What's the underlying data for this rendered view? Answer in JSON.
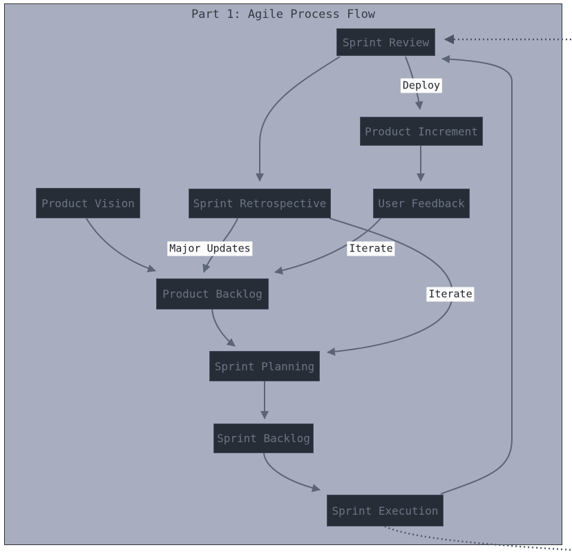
{
  "title": "Part 1: Agile Process Flow",
  "nodes": {
    "sprint_review": "Sprint Review",
    "product_increment": "Product Increment",
    "product_vision": "Product Vision",
    "sprint_retrospective": "Sprint Retrospective",
    "user_feedback": "User Feedback",
    "product_backlog": "Product Backlog",
    "sprint_planning": "Sprint Planning",
    "sprint_backlog": "Sprint Backlog",
    "sprint_execution": "Sprint Execution"
  },
  "edge_labels": {
    "deploy": "Deploy",
    "major_updates": "Major Updates",
    "iterate_feedback": "Iterate",
    "iterate_retro": "Iterate"
  },
  "edges": [
    {
      "from": "Sprint Review",
      "to": "Sprint Retrospective",
      "label": "",
      "style": "solid"
    },
    {
      "from": "Sprint Review",
      "to": "Product Increment",
      "label": "Deploy",
      "style": "solid"
    },
    {
      "from": "Product Increment",
      "to": "User Feedback",
      "label": "",
      "style": "solid"
    },
    {
      "from": "Product Vision",
      "to": "Product Backlog",
      "label": "",
      "style": "solid"
    },
    {
      "from": "Sprint Retrospective",
      "to": "Product Backlog",
      "label": "Major Updates",
      "style": "solid"
    },
    {
      "from": "User Feedback",
      "to": "Product Backlog",
      "label": "Iterate",
      "style": "solid"
    },
    {
      "from": "Sprint Retrospective",
      "to": "Sprint Planning",
      "label": "Iterate",
      "style": "solid"
    },
    {
      "from": "Product Backlog",
      "to": "Sprint Planning",
      "label": "",
      "style": "solid"
    },
    {
      "from": "Sprint Planning",
      "to": "Sprint Backlog",
      "label": "",
      "style": "solid"
    },
    {
      "from": "Sprint Backlog",
      "to": "Sprint Execution",
      "label": "",
      "style": "solid"
    },
    {
      "from": "Sprint Execution",
      "to": "Sprint Review",
      "label": "",
      "style": "solid"
    },
    {
      "from": "offscreen-right",
      "to": "Sprint Review",
      "label": "",
      "style": "dotted"
    },
    {
      "from": "Sprint Execution",
      "to": "offscreen-bottom-right",
      "label": "",
      "style": "dotted"
    }
  ],
  "colors": {
    "canvas_bg": "#a8aebf",
    "frame_border": "#2e3136",
    "node_fill": "#272d37",
    "node_border": "#454d5c",
    "node_text": "#6b7585",
    "edge_line": "#5c6577",
    "edge_dotted": "#4c5464",
    "edge_label_bg": "#fdfdfd",
    "edge_label_text": "#20242b",
    "title_text": "#343a42"
  }
}
